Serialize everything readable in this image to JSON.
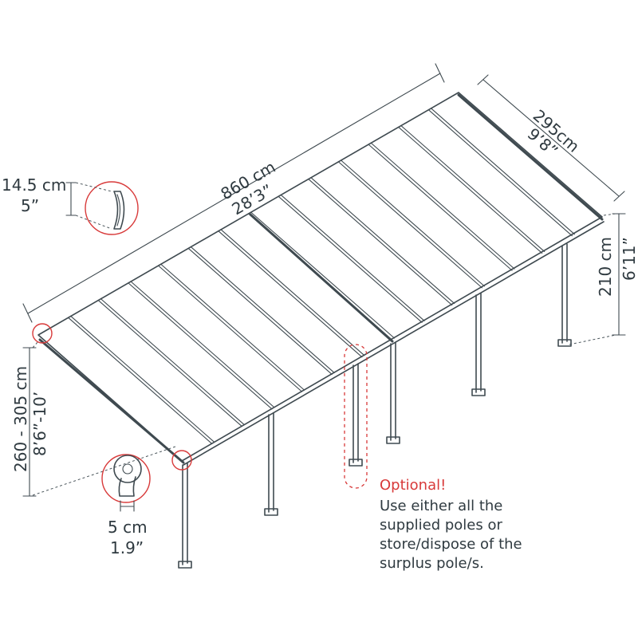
{
  "dimensions": {
    "length_cm": "860 cm",
    "length_ft": "28’3”",
    "width_cm": "295cm",
    "width_ft": "9’8”",
    "high_height_cm": "210 cm",
    "high_height_ft": "6’11”",
    "low_height_cm": "260 - 305 cm",
    "low_height_ft": "8’6”-10’",
    "gutter_cm": "14.5 cm",
    "gutter_in": "5”",
    "post_cm": "5 cm",
    "post_in": "1.9”"
  },
  "note": {
    "title": "Optional!",
    "lines": [
      "Use either all the",
      "supplied poles or",
      "store/dispose of the",
      "surplus pole/s."
    ]
  },
  "colors": {
    "line": "#3f4a50",
    "accent": "#d83a3a",
    "text": "#2f3a40"
  }
}
